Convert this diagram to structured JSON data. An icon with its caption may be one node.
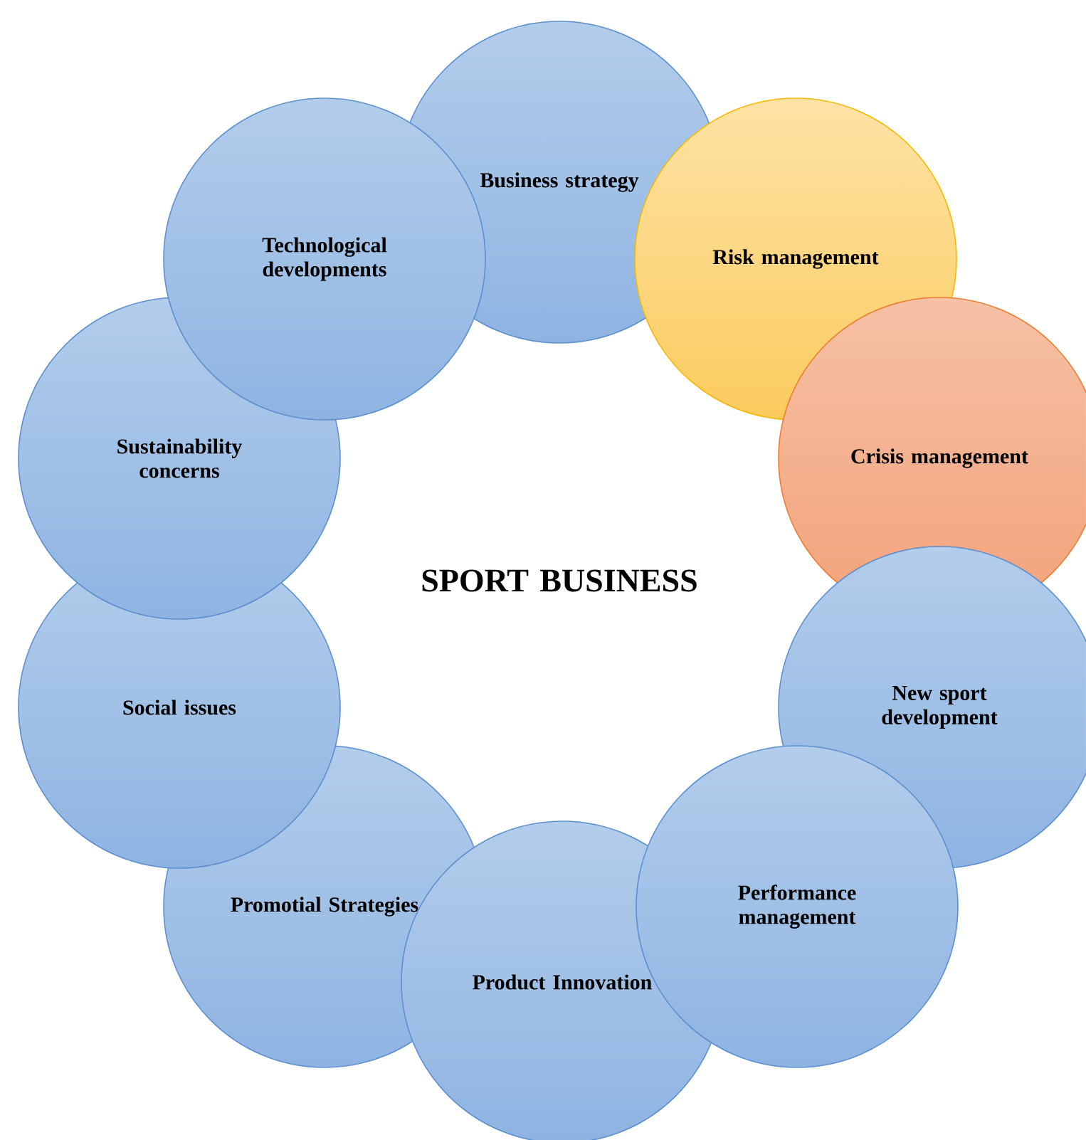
{
  "diagram": {
    "nodes": [
      {
        "text": [
          "Business strategy"
        ]
      },
      {
        "text": [
          "Risk management"
        ]
      },
      {
        "text": [
          "Crisis management"
        ]
      },
      {
        "text": [
          "New sport development"
        ]
      },
      {
        "text": [
          "Performance management"
        ]
      },
      {
        "text": [
          "Product Innovation"
        ]
      },
      {
        "text": [
          "Promotial Strategies"
        ]
      },
      {
        "text": [
          "Social issues"
        ]
      },
      {
        "text": [
          "Sustainability concerns"
        ]
      },
      {
        "text": [
          "Technological developments"
        ]
      }
    ],
    "labels": [
      "SPORT BUSINESS"
    ]
  }
}
